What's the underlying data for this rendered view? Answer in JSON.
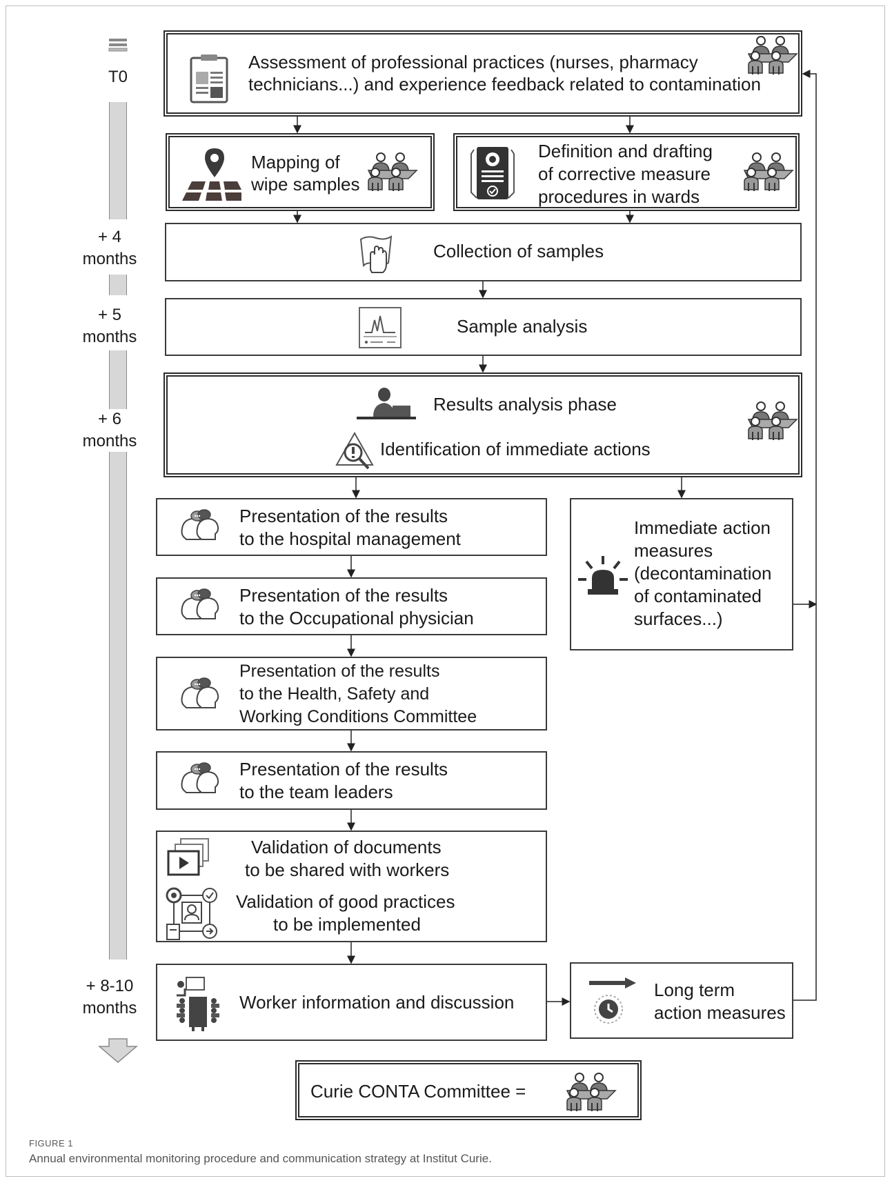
{
  "timeline": {
    "labels": [
      {
        "text": "T0"
      },
      {
        "line1": "+ 4",
        "line2": "months"
      },
      {
        "line1": "+ 5",
        "line2": "months"
      },
      {
        "line1": "+ 6",
        "line2": "months"
      },
      {
        "line1": "+ 8-10",
        "line2": "months"
      }
    ]
  },
  "boxes": {
    "assessment": {
      "line1": "Assessment of professional practices (nurses, pharmacy",
      "line2": "technicians...) and experience feedback related to contamination"
    },
    "mapping": {
      "line1": "Mapping of",
      "line2": "wipe samples"
    },
    "definition": {
      "line1": "Definition and drafting",
      "line2": "of corrective measure",
      "line3": "procedures in wards"
    },
    "collection": {
      "text": "Collection of samples"
    },
    "analysis": {
      "text": "Sample analysis"
    },
    "results": {
      "line1": "Results analysis phase",
      "line2": "Identification of immediate actions"
    },
    "pres_mgmt": {
      "line1": "Presentation of the results",
      "line2": "to the hospital management"
    },
    "pres_occ": {
      "line1": "Presentation of the results",
      "line2": "to the Occupational physician"
    },
    "pres_hsw": {
      "line1": "Presentation of the results",
      "line2": "to the Health, Safety and",
      "line3": "Working Conditions Committee"
    },
    "pres_team": {
      "line1": "Presentation of the results",
      "line2": "to the team leaders"
    },
    "validation": {
      "line1": "Validation of documents",
      "line2": "to be shared with workers",
      "line3": "Validation of good practices",
      "line4": "to be implemented"
    },
    "immediate": {
      "line1": "Immediate action",
      "line2": "measures",
      "line3": "(decontamination",
      "line4": "of contaminated",
      "line5": "surfaces...)"
    },
    "worker": {
      "text": "Worker information and discussion"
    },
    "longterm": {
      "line1": "Long term",
      "line2": "action measures"
    }
  },
  "legend": {
    "text": "Curie CONTA Committee ="
  },
  "caption": {
    "heading": "FIGURE 1",
    "text": "Annual environmental monitoring procedure and communication strategy at Institut Curie."
  },
  "colors": {
    "icon": "#555555",
    "icon_dark": "#333333",
    "timeline": "#d7d7d7",
    "border": "#2a2a2a"
  }
}
